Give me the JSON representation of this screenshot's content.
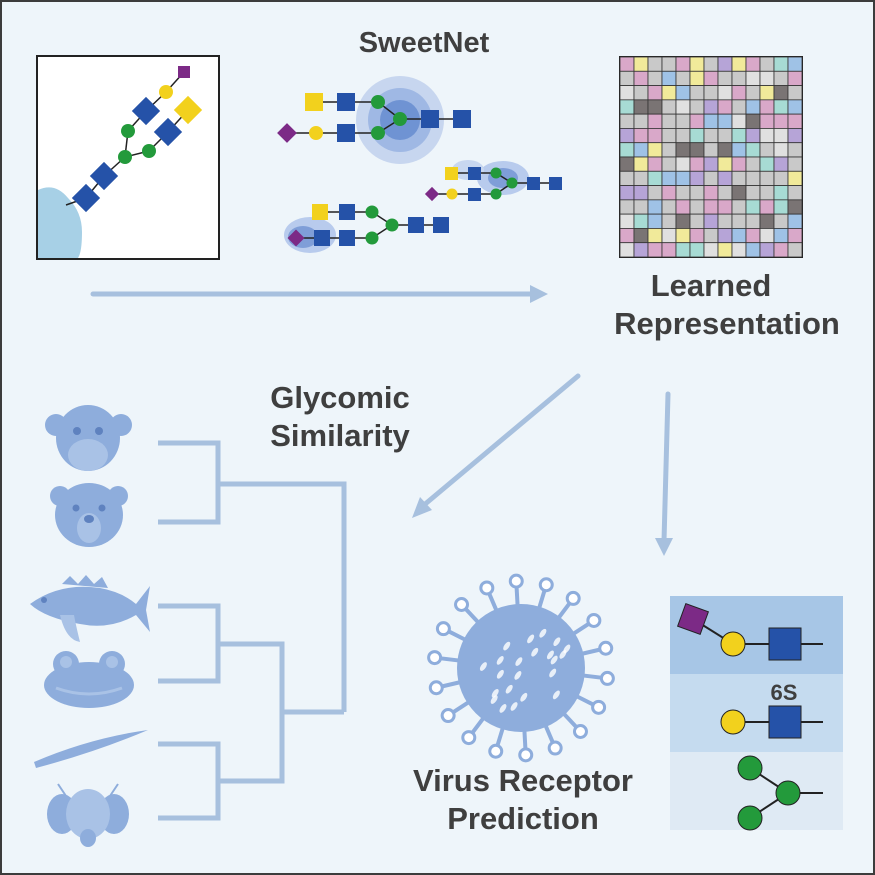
{
  "titles": {
    "top": "SweetNet",
    "learned_1": "Learned",
    "learned_2": "Representation",
    "similarity_1": "Glycomic",
    "similarity_2": "Similarity",
    "virus_1": "Virus Receptor",
    "virus_2": "Prediction",
    "sulfation_label": "6S"
  },
  "colors": {
    "background": "#eef5fa",
    "frame": "#3c3c3c",
    "arrow": "#a7c0de",
    "silhouette": "#8eaddc",
    "neuac_purple": "#7c2a86",
    "galactose_yellow": "#f2d11d",
    "glcnac_blue": "#2552a8",
    "mannose_green": "#239a3b",
    "cell_blue": "#a7d0e6",
    "receptor_band_1": "#a7c6e6",
    "receptor_band_2": "#c5dbef",
    "receptor_band_3": "#dfeaf4"
  },
  "icons": {
    "organisms": [
      "monkey-icon",
      "bear-icon",
      "fish-icon",
      "frog-icon",
      "worm-icon",
      "fly-icon"
    ],
    "virus": "virus-icon"
  }
}
